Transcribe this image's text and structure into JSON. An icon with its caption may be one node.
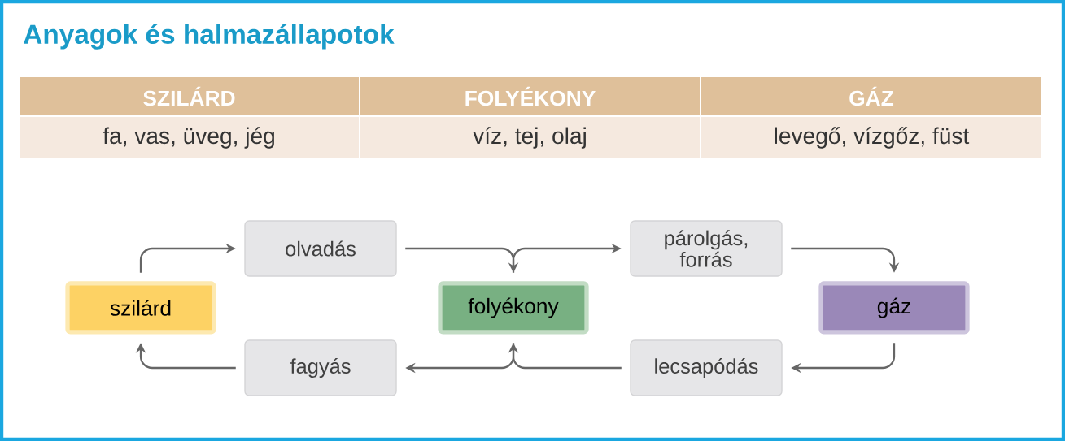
{
  "diagram": {
    "title": "Anyagok és halmazállapotok",
    "nodes": [
      {
        "text": [
          "szilárd"
        ]
      },
      {
        "text": [
          "olvadás"
        ]
      },
      {
        "text": [
          "folyékony"
        ]
      },
      {
        "text": [
          "párolgás, forrás"
        ]
      },
      {
        "text": [
          "gáz"
        ]
      },
      {
        "text": [
          "fagyás"
        ]
      },
      {
        "text": [
          "lecsapódás"
        ]
      }
    ],
    "edges": [
      {
        "from": 0,
        "to": 1,
        "arrow": "to"
      },
      {
        "from": 1,
        "to": 2,
        "arrow": "to"
      },
      {
        "from": 2,
        "to": 3,
        "arrow": "to"
      },
      {
        "from": 3,
        "to": 4,
        "arrow": "to"
      },
      {
        "from": 4,
        "to": 6,
        "arrow": "to"
      },
      {
        "from": 6,
        "to": 2,
        "arrow": "to"
      },
      {
        "from": 2,
        "to": 5,
        "arrow": "to"
      },
      {
        "from": 5,
        "to": 0,
        "arrow": "to"
      }
    ],
    "labels": [
      "SZILÁRD",
      "FOLYÉKONY",
      "GÁZ",
      "fa, vas, üveg, jég",
      "víz, tej, olaj",
      "levegő, vízgőz, füst"
    ]
  }
}
